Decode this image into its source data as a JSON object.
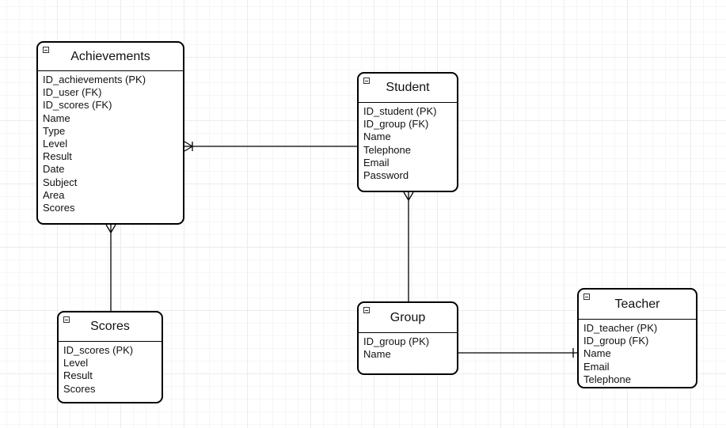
{
  "entities": {
    "achievements": {
      "title": "Achievements",
      "fields": [
        "ID_achievements (PK)",
        "ID_user (FK)",
        "ID_scores (FK)",
        "Name",
        "Type",
        "Level",
        "Result",
        "Date",
        "Subject",
        "Area",
        "Scores"
      ]
    },
    "student": {
      "title": "Student",
      "fields": [
        "ID_student (PK)",
        "ID_group (FK)",
        "Name",
        "Telephone",
        "Email",
        "Password"
      ]
    },
    "scores": {
      "title": "Scores",
      "fields": [
        "ID_scores (PK)",
        "Level",
        "Result",
        "Scores"
      ]
    },
    "group": {
      "title": "Group",
      "fields": [
        "ID_group (PK)",
        "Name"
      ]
    },
    "teacher": {
      "title": "Teacher",
      "fields": [
        "ID_teacher (PK)",
        "ID_group (FK)",
        "Name",
        "Email",
        "Telephone"
      ]
    }
  },
  "relationships": [
    {
      "from": "student",
      "to": "achievements",
      "to_marker": "one-or-many"
    },
    {
      "from": "scores",
      "to": "achievements",
      "to_marker": "many"
    },
    {
      "from": "group",
      "to": "student",
      "to_marker": "many"
    },
    {
      "from": "group",
      "to": "teacher",
      "to_marker": "one"
    }
  ],
  "colors": {
    "border": "#000000",
    "text": "#111111",
    "grid": "#ececec"
  }
}
